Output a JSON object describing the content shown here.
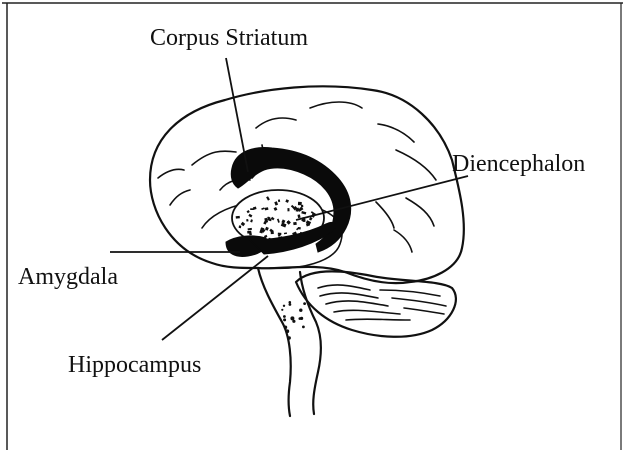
{
  "labels": {
    "corpus_striatum": "Corpus Striatum",
    "diencephalon": "Diencephalon",
    "amygdala": "Amygdala",
    "hippocampus": "Hippocampus"
  },
  "colors": {
    "ink": "#111111",
    "background": "#ffffff"
  }
}
